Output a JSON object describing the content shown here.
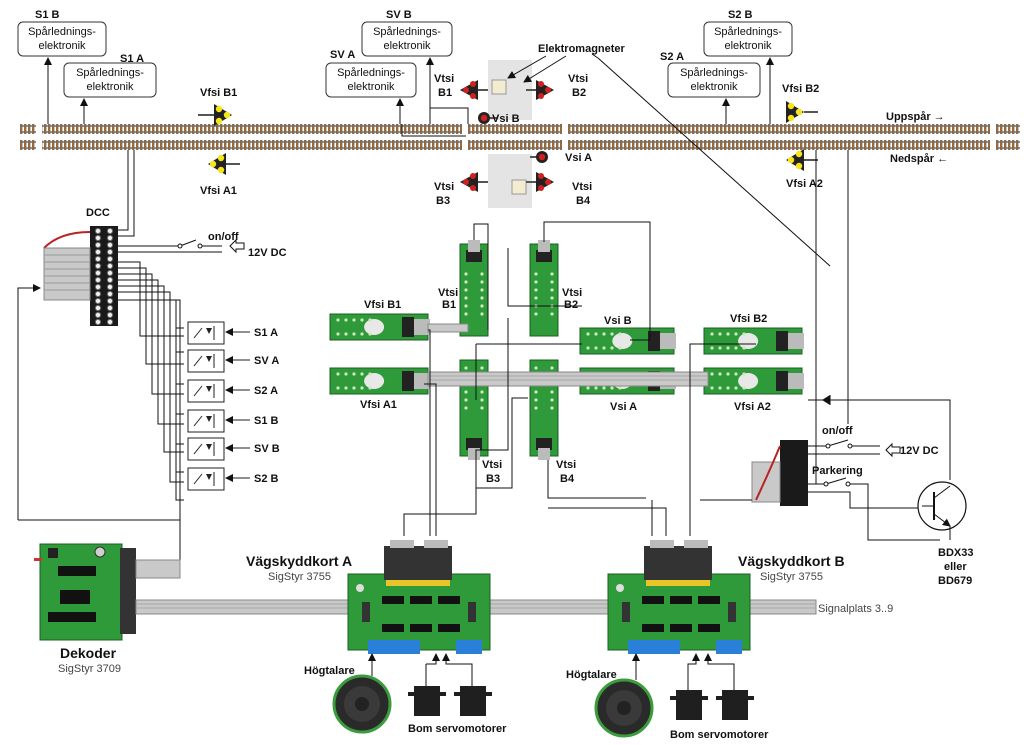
{
  "electronics": {
    "s1b": {
      "code": "S1 B",
      "line1": "Spårlednings-",
      "line2": "elektronik"
    },
    "s1a": {
      "code": "S1 A",
      "line1": "Spårlednings-",
      "line2": "elektronik"
    },
    "svb": {
      "code": "SV B",
      "line1": "Spårlednings-",
      "line2": "elektronik"
    },
    "sva": {
      "code": "SV A",
      "line1": "Spårlednings-",
      "line2": "elektronik"
    },
    "s2b": {
      "code": "S2 B",
      "line1": "Spårlednings-",
      "line2": "elektronik"
    },
    "s2a": {
      "code": "S2 A",
      "line1": "Spårlednings-",
      "line2": "elektronik"
    }
  },
  "labels": {
    "electromagnets": "Elektromagneter",
    "up_track": "Uppspår →",
    "down_track": "Nedspår ←",
    "dcc": "DCC",
    "on_off": "on/off",
    "v12dc": "12V DC",
    "on_off_2": "on/off",
    "v12dc_2": "12V DC",
    "parking": "Parkering",
    "transistor_line1": "BDX33",
    "transistor_line2": "eller",
    "transistor_line3": "BD679",
    "signalplats": "Signalplats 3..9",
    "speaker_a": "Högtalare",
    "speaker_b": "Högtalare",
    "servo_a": "Bom servomotorer",
    "servo_b": "Bom servomotorer"
  },
  "signals": {
    "vfsi_b1": "Vfsi  B1",
    "vfsi_a1": "Vfsi  A1",
    "vfsi_b2": "Vfsi  B2",
    "vfsi_a2": "Vfsi  A2",
    "vtsi_b1_l1": "Vtsi",
    "vtsi_b1_l2": "B1",
    "vtsi_b2_l1": "Vtsi",
    "vtsi_b2_l2": "B2",
    "vtsi_b3_l1": "Vtsi",
    "vtsi_b3_l2": "B3",
    "vtsi_b4_l1": "Vtsi",
    "vtsi_b4_l2": "B4",
    "vsi_b": "Vsi B",
    "vsi_a": "Vsi A"
  },
  "boards": {
    "vfsi_b1": "Vfsi B1",
    "vfsi_a1": "Vfsi  A1",
    "vtsi_b1_l1": "Vtsi",
    "vtsi_b1_l2": "B1",
    "vtsi_b2_l1": "Vtsi",
    "vtsi_b2_l2": "B2",
    "vsi_b": "Vsi B",
    "vsi_a": "Vsi A",
    "vfsi_b2": "Vfsi B2",
    "vfsi_a2": "Vfsi  A2",
    "vtsi_b3_l1": "Vtsi",
    "vtsi_b3_l2": "B3",
    "vtsi_b4_l1": "Vtsi",
    "vtsi_b4_l2": "B4"
  },
  "detectors": [
    "S1 A",
    "SV A",
    "S2 A",
    "S1 B",
    "SV B",
    "S2 B"
  ],
  "decoder": {
    "name": "Dekoder",
    "model": "SigStyr 3709"
  },
  "card_a": {
    "name": "Vägskyddkort A",
    "model": "SigStyr 3755"
  },
  "card_b": {
    "name": "Vägskyddkort B",
    "model": "SigStyr 3755"
  }
}
